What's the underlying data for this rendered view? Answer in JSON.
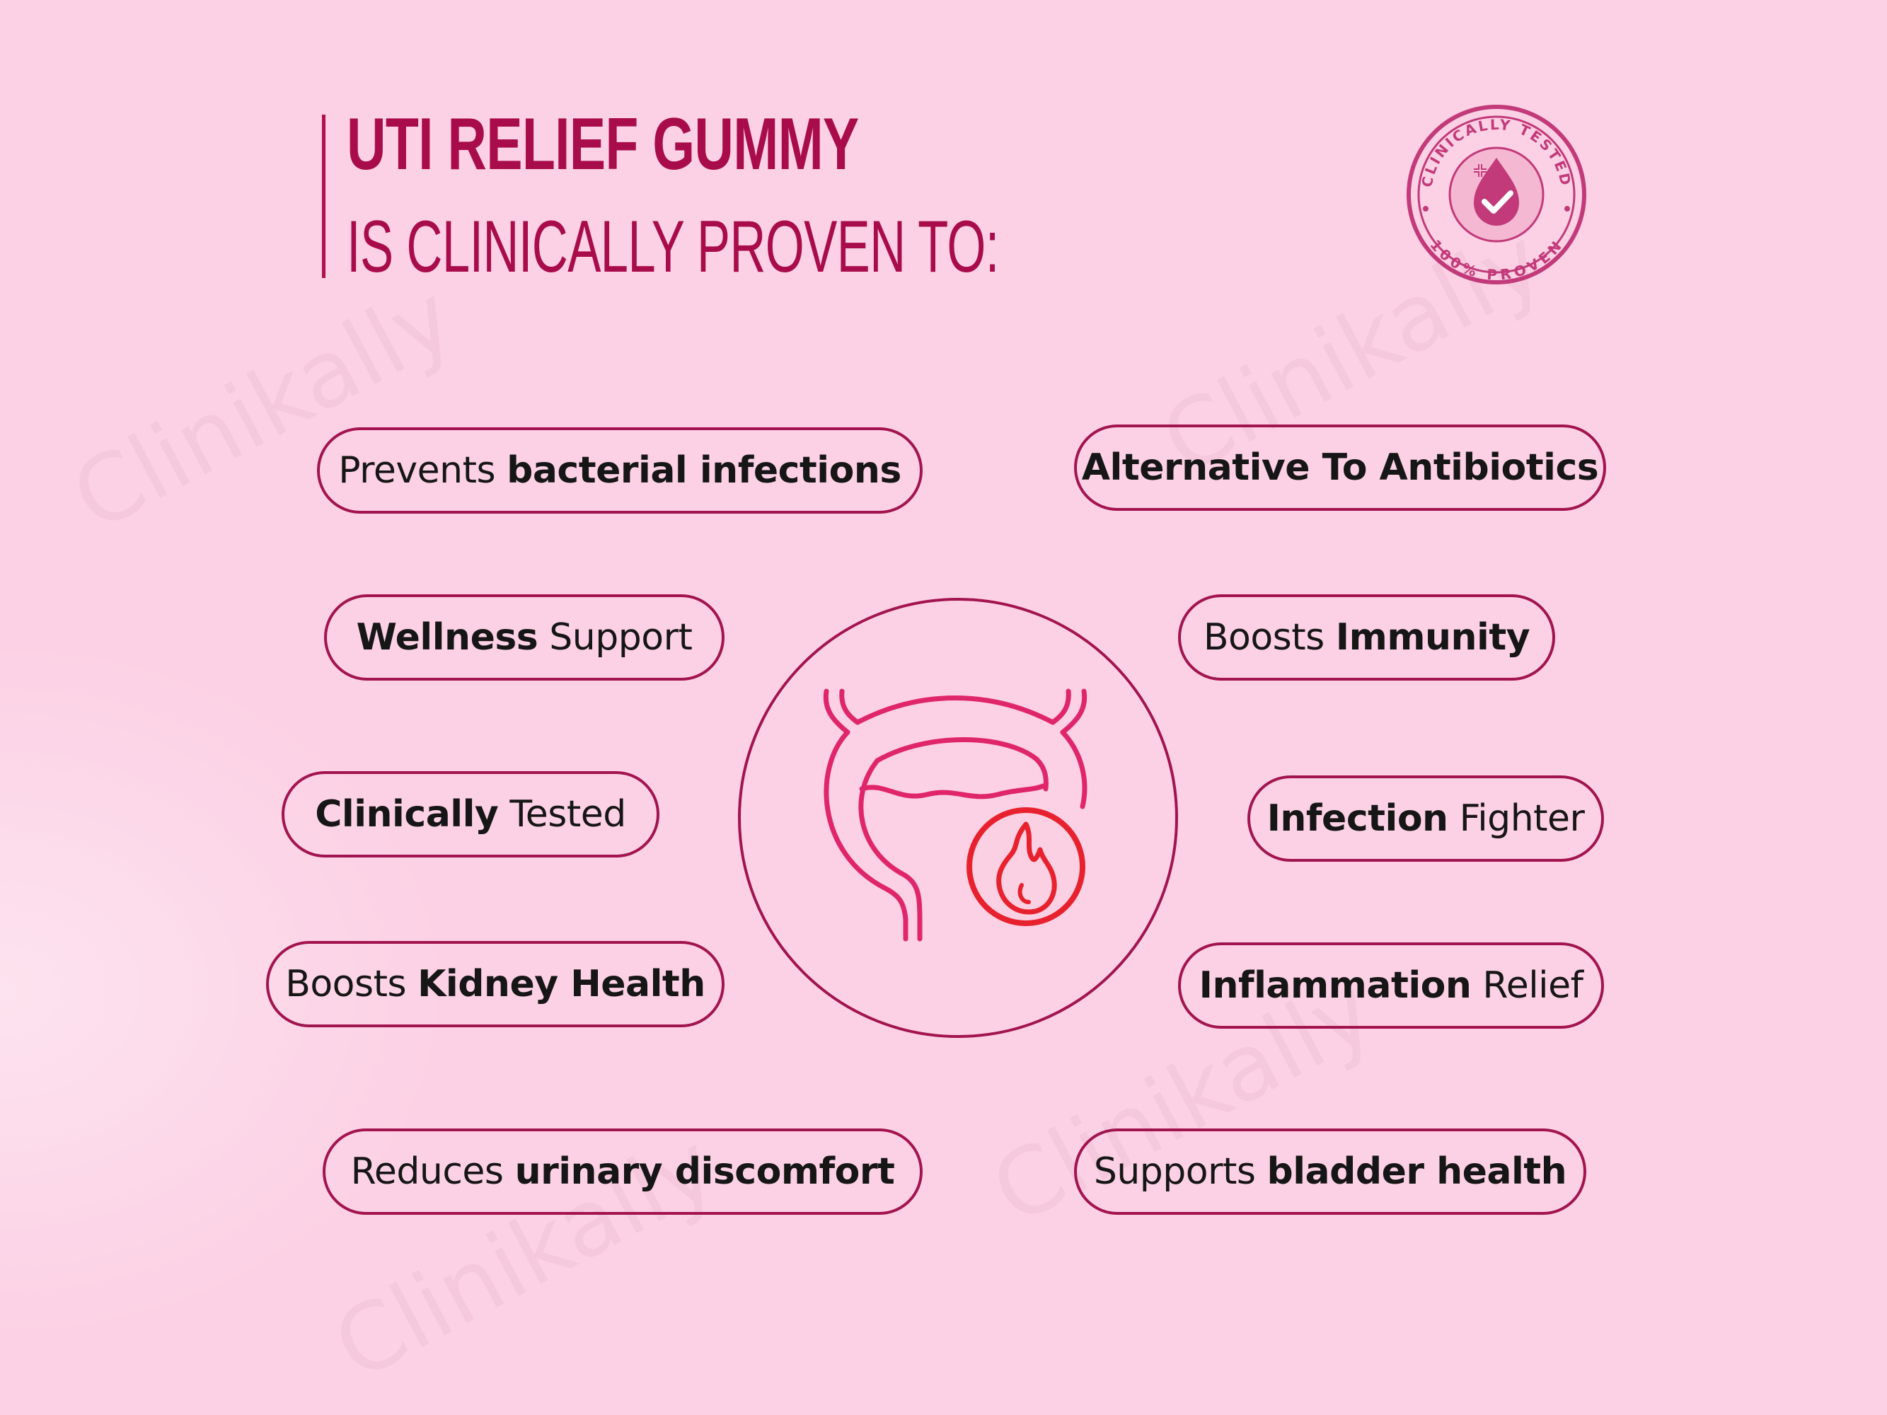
{
  "header": {
    "title_line_1": "UTI RELIEF GUMMY",
    "title_line_2": "IS CLINICALLY PROVEN TO:"
  },
  "badge": {
    "top_text": "CLINICALLY TESTED",
    "bottom_text": "100% PROVEN",
    "icon": "droplet-check-icon"
  },
  "watermark": {
    "text": "Clinikally"
  },
  "benefits": {
    "prevents_infections": {
      "plain": "Prevents",
      "bold": "bacterial infections"
    },
    "alternative_antibiotics": {
      "bold": "Alternative To Antibiotics"
    },
    "wellness_support": {
      "bold": "Wellness",
      "plain": "Support"
    },
    "boosts_immunity": {
      "plain": "Boosts",
      "bold": "Immunity"
    },
    "clinically_tested": {
      "bold": "Clinically",
      "plain": "Tested"
    },
    "infection_fighter": {
      "bold": "Infection",
      "plain": "Fighter"
    },
    "kidney_health": {
      "plain": "Boosts",
      "bold": "Kidney Health"
    },
    "inflammation_relief": {
      "bold": "Inflammation",
      "plain": "Relief"
    },
    "urinary_discomfort": {
      "plain": "Reduces",
      "bold": "urinary discomfort"
    },
    "bladder_health": {
      "plain": "Supports",
      "bold": "bladder health"
    }
  },
  "center_graphic": {
    "icon": "inflamed-bladder-icon"
  },
  "colors": {
    "background": "#fcd1e5",
    "accent": "#a80c4a",
    "outline": "#a21450",
    "icon_line": "#e0266a",
    "flame": "#e8212e"
  }
}
